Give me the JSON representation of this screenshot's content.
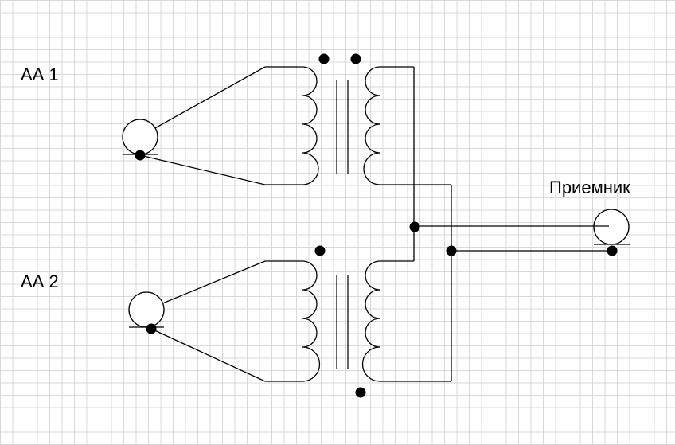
{
  "labels": {
    "aa1": "АА 1",
    "aa2": "АА 2",
    "receiver": "Приемник"
  },
  "colors": {
    "line": "#000000",
    "grid": "#d9d9d9",
    "background": "#ffffff"
  }
}
